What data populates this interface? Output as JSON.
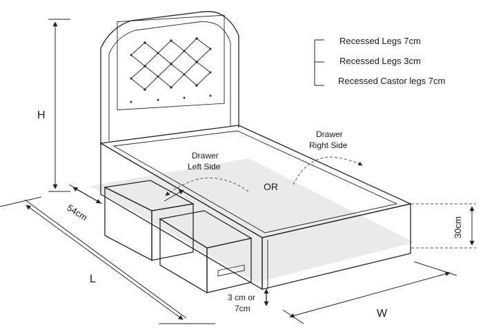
{
  "dimensions": {
    "height": "H",
    "depth": "54cm",
    "length": "L",
    "width": "W",
    "base_height": "30cm",
    "leg_height_line1": "3 cm or",
    "leg_height_line2": "7cm"
  },
  "leg_options": [
    "Recessed Legs 7cm",
    "Recessed Legs 3cm",
    "Recessed Castor legs 7cm"
  ],
  "drawers": {
    "left_line1": "Drawer",
    "left_line2": "Left Side",
    "right_line1": "Drawer",
    "right_line2": "Right Side",
    "or": "OR"
  },
  "colors": {
    "line": "#222222",
    "panel": "#f4f4f4",
    "shadow": "#d9d9d9"
  }
}
